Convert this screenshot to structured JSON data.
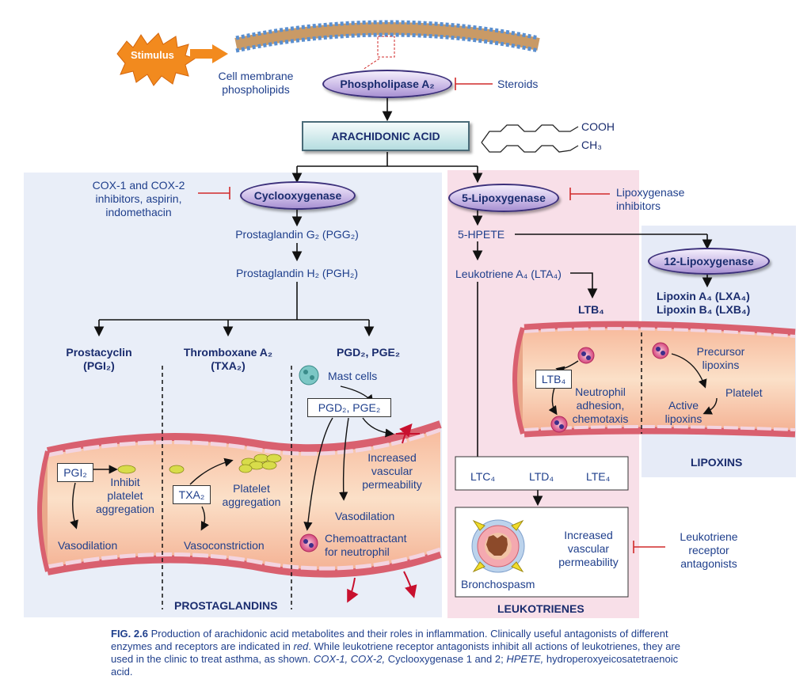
{
  "stimulus": "Stimulus",
  "membrane_label": [
    "Cell membrane",
    "phospholipids"
  ],
  "phospholipase": "Phospholipase A₂",
  "steroids": "Steroids",
  "arachidonic_acid": "ARACHIDONIC ACID",
  "cooh": "COOH",
  "ch3": "CH₃",
  "cox_inhibitors": [
    "COX-1 and COX-2",
    "inhibitors, aspirin,",
    "indomethacin"
  ],
  "cyclooxygenase": "Cyclooxygenase",
  "pgg2": "Prostaglandin G₂ (PGG₂)",
  "pgh2": "Prostaglandin H₂ (PGH₂)",
  "prostacyclin": [
    "Prostacyclin",
    "(PGI₂)"
  ],
  "thromboxane": [
    "Thromboxane A₂",
    "(TXA₂)"
  ],
  "pgd_pge": "PGD₂, PGE₂",
  "mast_cells": "Mast cells",
  "pgd_pge_box": "PGD₂, PGE₂",
  "pgi2_box": "PGI₂",
  "inhibit_platelet": [
    "Inhibit",
    "platelet",
    "aggregation"
  ],
  "txa2_box": "TXA₂",
  "platelet_aggregation": [
    "Platelet",
    "aggregation"
  ],
  "increased_permeability_left": [
    "Increased",
    "vascular",
    "permeability"
  ],
  "vasodilation_left": "Vasodilation",
  "vasoconstriction": "Vasoconstriction",
  "vasodilation_right": "Vasodilation",
  "chemoattractant": [
    "Chemoattractant",
    "for neutrophil"
  ],
  "prostaglandins_title": "PROSTAGLANDINS",
  "lipoxygenase5": "5-Lipoxygenase",
  "lipox_inhibitors": [
    "Lipoxygenase",
    "inhibitors"
  ],
  "hpete": "5-HPETE",
  "lta4": "Leukotriene A₄ (LTA₄)",
  "ltb4": "LTB₄",
  "lipoxygenase12": "12-Lipoxygenase",
  "lipoxin_a": "Lipoxin A₄ (LXA₄)",
  "lipoxin_b": "Lipoxin B₄ (LXB₄)",
  "ltb4_box": "LTB₄",
  "neutrophil": [
    "Neutrophil",
    "adhesion,",
    "chemotaxis"
  ],
  "precursor": [
    "Precursor",
    "lipoxins"
  ],
  "platelet": "Platelet",
  "active_lipoxins": [
    "Active",
    "lipoxins"
  ],
  "lipoxins_title": "LIPOXINS",
  "ltc_chain": [
    "LTC₄",
    "LTD₄",
    "LTE₄"
  ],
  "bronchospasm": "Bronchospasm",
  "increased_permeability_right": [
    "Increased",
    "vascular",
    "permeability"
  ],
  "leukotriene_antagonists": [
    "Leukotriene",
    "receptor",
    "antagonists"
  ],
  "leukotrienes_title": "LEUKOTRIENES",
  "caption": {
    "fig": "FIG. 2.6",
    "text": " Production of arachidonic acid metabolites and their roles in inflammation. Clinically useful antagonists of different enzymes and receptors are indicated in ",
    "red": "red",
    "text2": ". While leukotriene receptor antagonists inhibit all actions of leukotrienes, they are used in the clinic to treat asthma, as shown. ",
    "cox": "COX-1, COX-2,",
    "text3": " Cyclooxygenase 1 and 2; ",
    "hpete": "HPETE,",
    "text4": " hydroperoxyeicosatetraenoic acid."
  },
  "colors": {
    "prostaglandin_bg": "#e9eef8",
    "leukotriene_bg": "#f8dfe8",
    "lipoxin_bg": "#e6ebf7",
    "inhibitor_red": "#d12a2a",
    "text_blue": "#1f3f8c"
  }
}
